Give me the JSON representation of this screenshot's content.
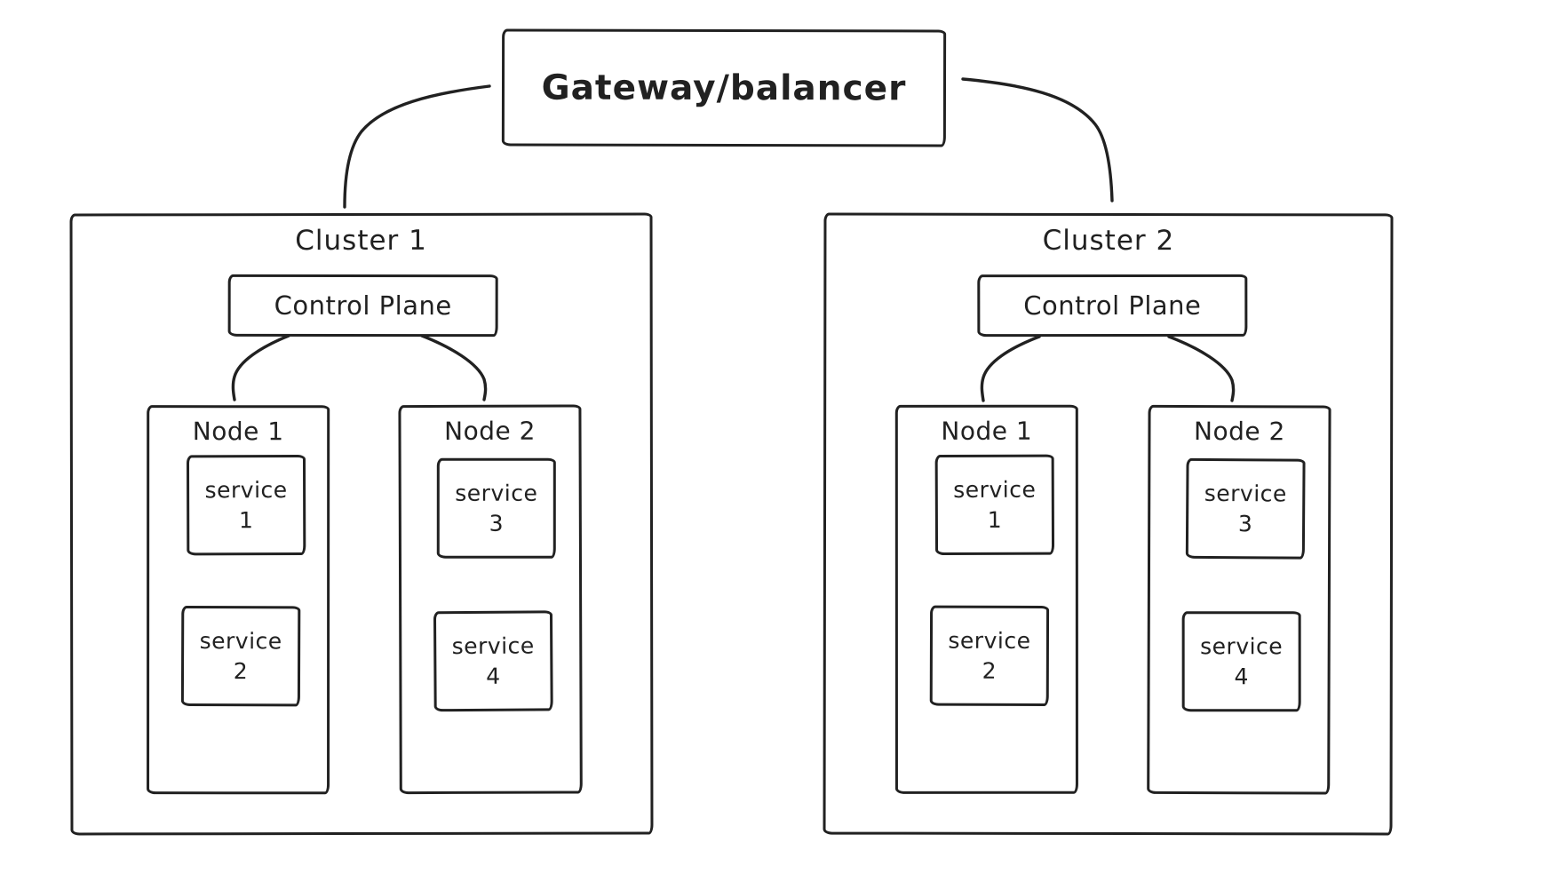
{
  "colors": {
    "ink": "#212121",
    "background": "#ffffff"
  },
  "gateway": {
    "label": "Gateway/balancer"
  },
  "clusters": [
    {
      "label": "Cluster 1",
      "control_plane": {
        "label": "Control Plane"
      },
      "nodes": [
        {
          "label": "Node 1",
          "services": [
            {
              "label": "service 1"
            },
            {
              "label": "service 2"
            }
          ]
        },
        {
          "label": "Node 2",
          "services": [
            {
              "label": "service 3"
            },
            {
              "label": "service 4"
            }
          ]
        }
      ]
    },
    {
      "label": "Cluster 2",
      "control_plane": {
        "label": "Control Plane"
      },
      "nodes": [
        {
          "label": "Node 1",
          "services": [
            {
              "label": "service 1"
            },
            {
              "label": "service 2"
            }
          ]
        },
        {
          "label": "Node 2",
          "services": [
            {
              "label": "service 3"
            },
            {
              "label": "service 4"
            }
          ]
        }
      ]
    }
  ],
  "connections": [
    {
      "from": "gateway",
      "to": "cluster-1"
    },
    {
      "from": "gateway",
      "to": "cluster-2"
    },
    {
      "from": "cluster-1-control-plane",
      "to": "cluster-1-node-1"
    },
    {
      "from": "cluster-1-control-plane",
      "to": "cluster-1-node-2"
    },
    {
      "from": "cluster-2-control-plane",
      "to": "cluster-2-node-1"
    },
    {
      "from": "cluster-2-control-plane",
      "to": "cluster-2-node-2"
    }
  ]
}
